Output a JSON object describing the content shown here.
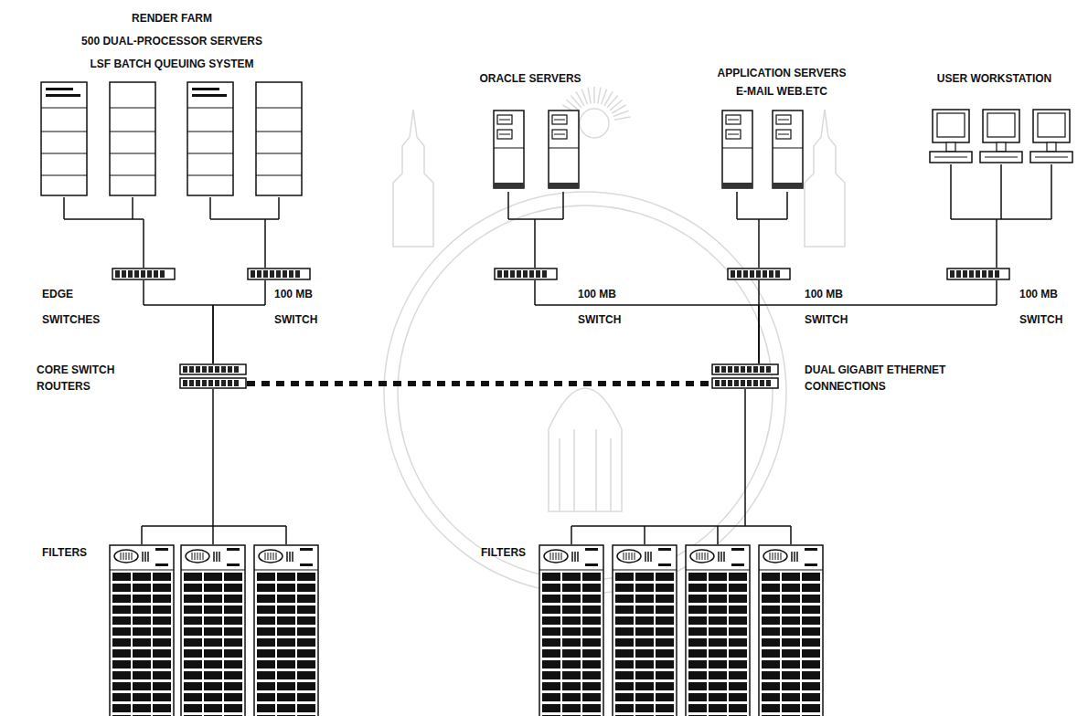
{
  "diagram": {
    "nodes": [
      {
        "text": [
          "RENDER FARM",
          "500 DUAL-PROCESSOR SERVERS",
          "LSF BATCH QUEUING SYSTEM"
        ]
      },
      {
        "text": [
          "ORACLE SERVERS"
        ]
      },
      {
        "text": [
          "APPLICATION SERVERS",
          "E-MAIL WEB.ETC"
        ]
      },
      {
        "text": [
          "USER WORKSTATION"
        ]
      },
      {
        "text": [
          "EDGE SWITCHES"
        ]
      },
      {
        "text": [
          "100 MB SWITCH"
        ]
      },
      {
        "text": [
          "100 MB SWITCH"
        ]
      },
      {
        "text": [
          "100 MB SWITCH"
        ]
      },
      {
        "text": [
          "100 MB SWITCH"
        ]
      },
      {
        "text": [
          "CORE SWITCH ROUTERS"
        ]
      },
      {
        "text": [
          "DUAL GIGABIT ETHERNET CONNECTIONS"
        ]
      },
      {
        "text": [
          "FILTERS"
        ]
      },
      {
        "text": [
          "FILTERS"
        ]
      }
    ],
    "edges": [
      {
        "from": 0,
        "to": 4,
        "arrow": "none"
      },
      {
        "from": 0,
        "to": 5,
        "arrow": "none"
      },
      {
        "from": 1,
        "to": 6,
        "arrow": "none"
      },
      {
        "from": 2,
        "to": 7,
        "arrow": "none"
      },
      {
        "from": 3,
        "to": 8,
        "arrow": "none"
      },
      {
        "from": 4,
        "to": 9,
        "arrow": "none"
      },
      {
        "from": 5,
        "to": 9,
        "arrow": "none"
      },
      {
        "from": 6,
        "to": 10,
        "arrow": "none"
      },
      {
        "from": 7,
        "to": 10,
        "arrow": "none"
      },
      {
        "from": 8,
        "to": 10,
        "arrow": "none"
      },
      {
        "from": 9,
        "to": 10,
        "arrow": "none"
      },
      {
        "from": 9,
        "to": 11,
        "arrow": "none"
      },
      {
        "from": 10,
        "to": 12,
        "arrow": "none"
      }
    ]
  }
}
